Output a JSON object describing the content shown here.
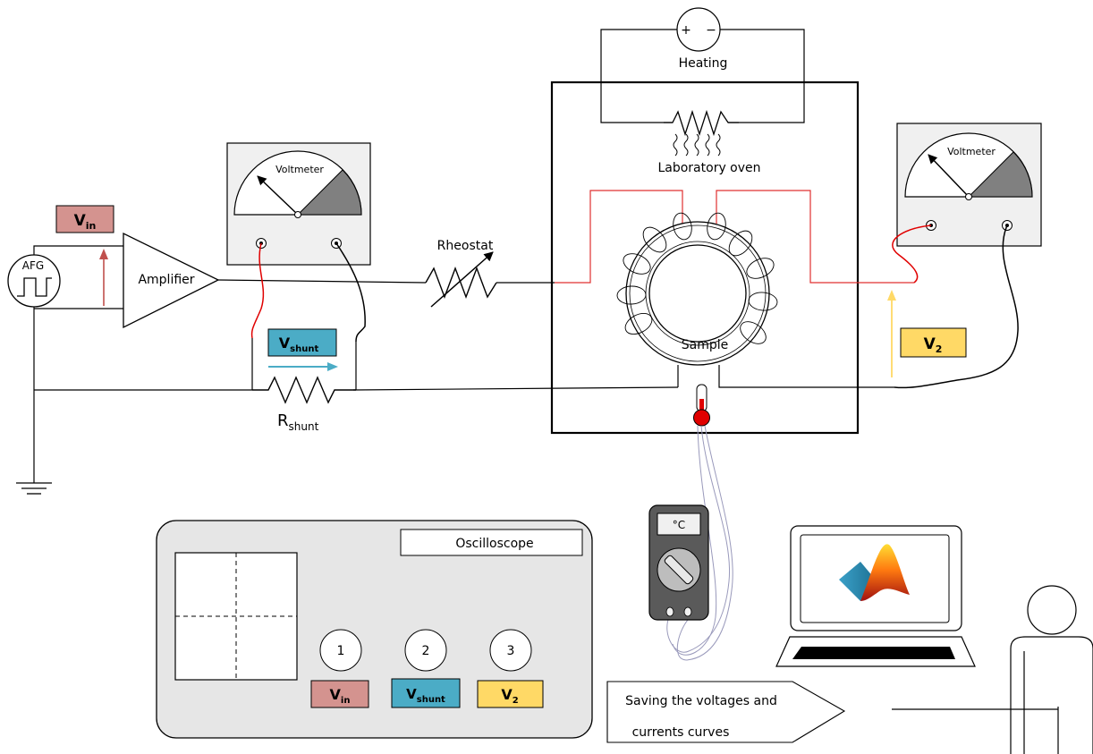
{
  "labels": {
    "afg": "AFG",
    "amplifier": "Amplifier",
    "rheostat": "Rheostat",
    "heating": "Heating",
    "heating_plus": "+",
    "heating_minus": "−",
    "oven": "Laboratory oven",
    "sample": "Sample",
    "rshunt_main": "R",
    "rshunt_sub": "shunt",
    "voltmeter_left": "Voltmeter",
    "voltmeter_right": "Voltmeter",
    "oscilloscope": "Oscilloscope",
    "thermometer_unit": "°C",
    "saving_line1": "Saving the voltages and",
    "saving_line2": "currents curves"
  },
  "signals": {
    "vin": {
      "main": "V",
      "sub": "in",
      "color": "#d4938f",
      "arrow_color": "#c0504d"
    },
    "vshunt": {
      "main": "V",
      "sub": "shunt",
      "color": "#4bacc6",
      "arrow_color": "#4bacc6"
    },
    "v2": {
      "main": "V",
      "sub": "2",
      "color": "#ffd966",
      "arrow_color": "#ffd966"
    }
  },
  "channels": [
    {
      "number": "1",
      "main": "V",
      "sub": "in"
    },
    {
      "number": "2",
      "main": "V",
      "sub": "shunt"
    },
    {
      "number": "3",
      "main": "V",
      "sub": "2"
    }
  ],
  "colors": {
    "wire": "#000000",
    "probe_red": "#e00000",
    "oven_wire": "#e03030",
    "scope_body": "#e6e6e6",
    "meter_body": "#f0f0f0",
    "meter_dark": "#808080",
    "multimeter": "#5a5a5a",
    "thermo_bulb": "#e00000",
    "probe_wire": "#9999bb"
  }
}
